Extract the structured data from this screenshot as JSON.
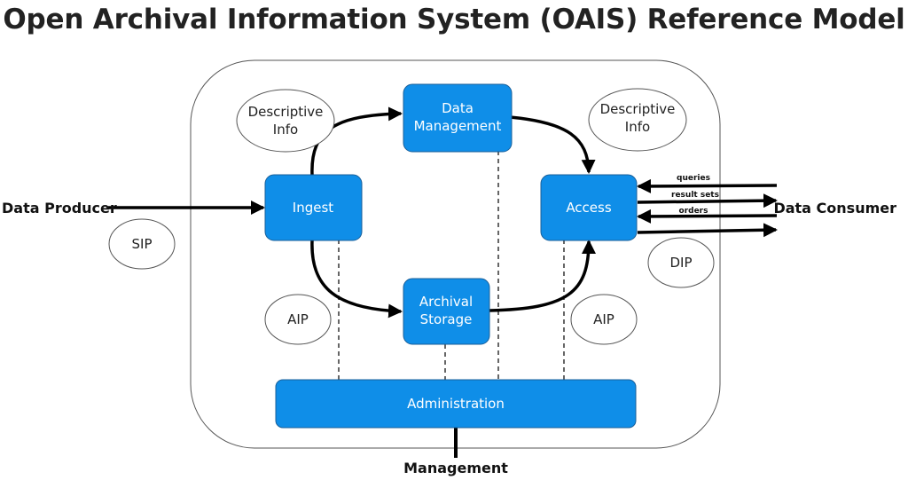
{
  "title": "Open Archival Information System (OAIS) Reference Model",
  "colors": {
    "box_fill": "#0f8ee8",
    "box_stroke": "#1a5f99",
    "arrow": "#000000"
  },
  "boxes": {
    "data_management": [
      "Data",
      "Management"
    ],
    "ingest": "Ingest",
    "access": "Access",
    "archival_storage": [
      "Archival",
      "Storage"
    ],
    "administration": "Administration"
  },
  "packages": {
    "descriptive_info_left": [
      "Descriptive",
      "Info"
    ],
    "descriptive_info_right": [
      "Descriptive",
      "Info"
    ],
    "sip": "SIP",
    "dip": "DIP",
    "aip_left": "AIP",
    "aip_right": "AIP"
  },
  "external": {
    "data_producer": "Data Producer",
    "data_consumer": "Data Consumer",
    "management": "Management"
  },
  "flows": {
    "queries": "queries",
    "result_sets": "result sets",
    "orders": "orders"
  }
}
